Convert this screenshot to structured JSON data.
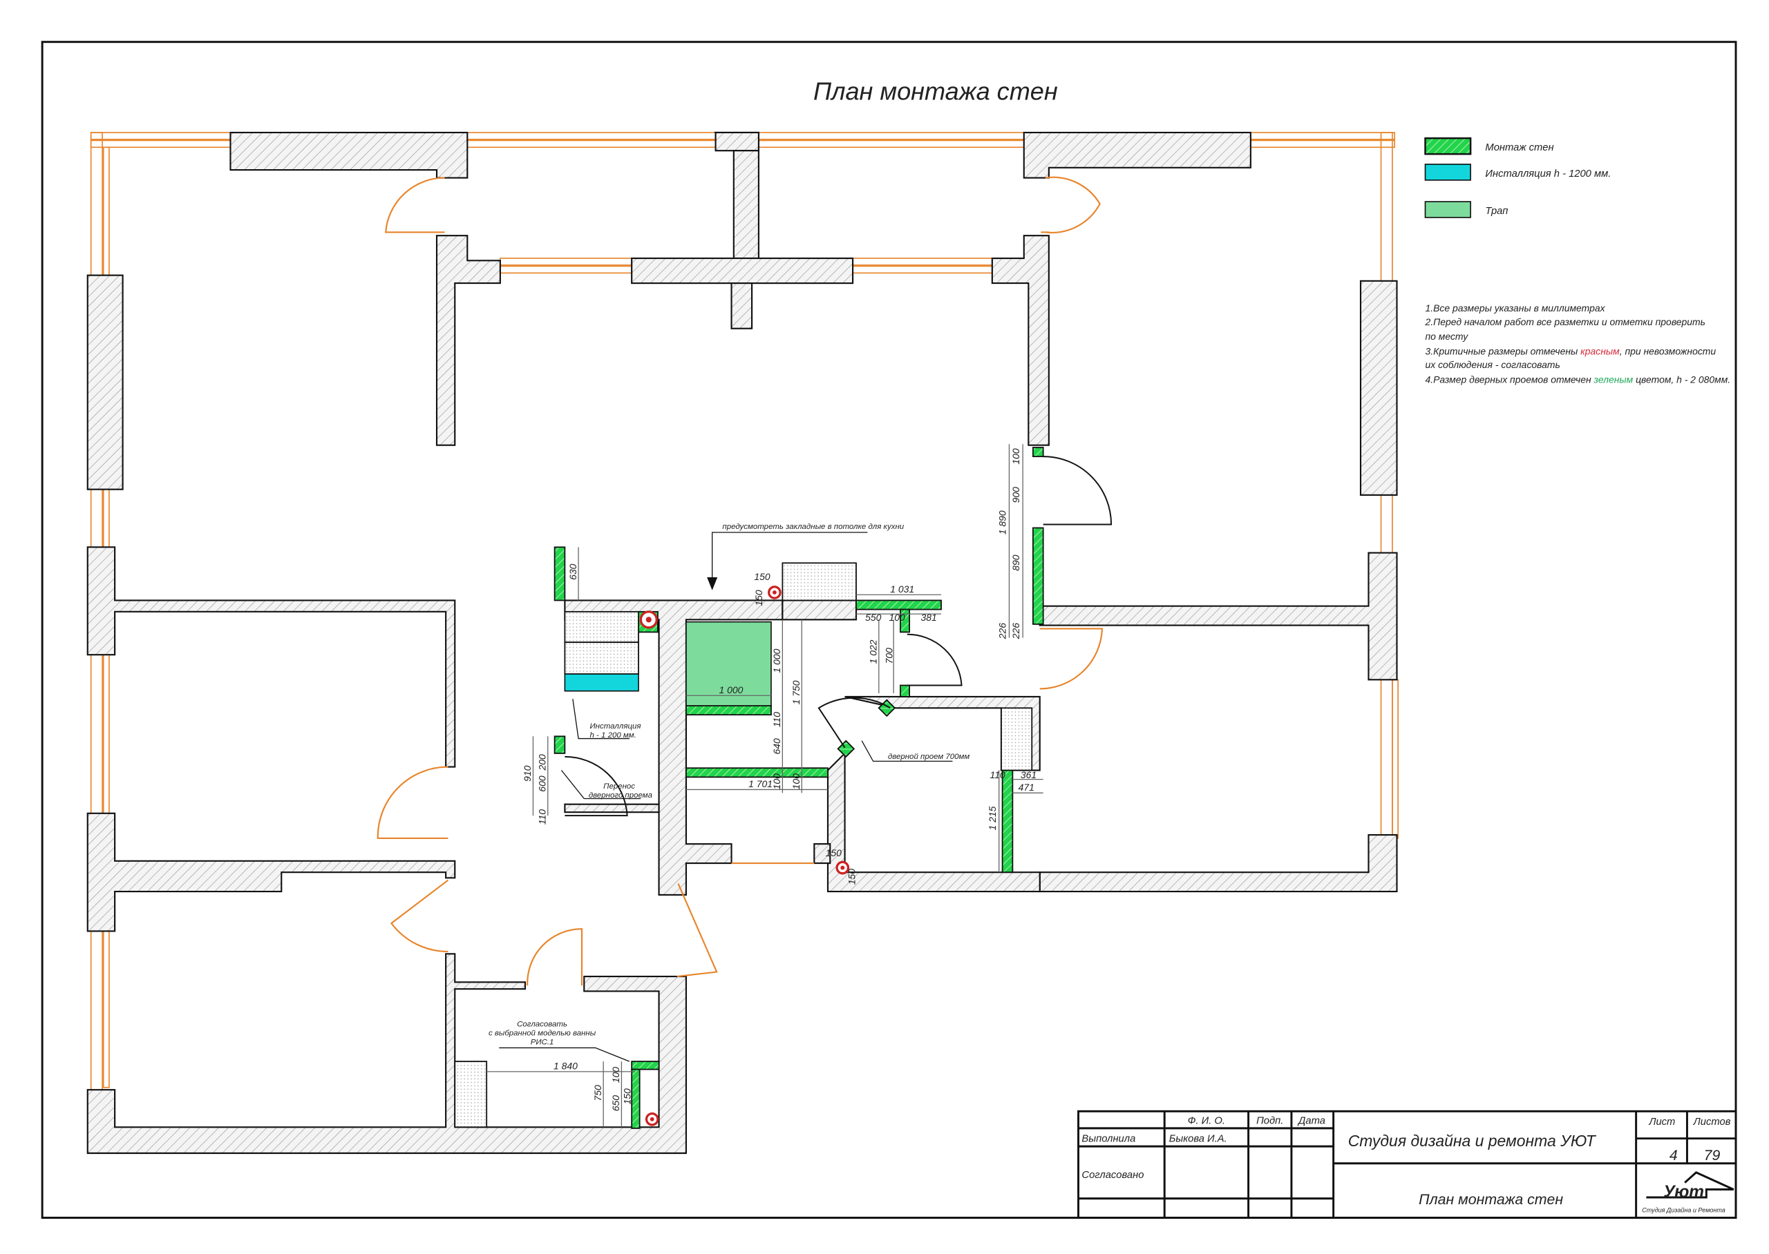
{
  "drawing": {
    "title": "План монтажа стен"
  },
  "legend": [
    {
      "label": "Монтаж стен",
      "color": "#22d44a"
    },
    {
      "label": "Инсталляция h - 1200 мм.",
      "color": "#12d6dc"
    },
    {
      "label": "Трап",
      "color": "#7ddc9c"
    }
  ],
  "notes": {
    "line1": "1.Все размеры указаны в миллиметрах",
    "line2": "2.Перед началом работ все разметки и отметки проверить",
    "line2b": "по месту",
    "line3a": "3.Критичные размеры отмечены ",
    "line3red": "красным",
    "line3b": ", при невозможности",
    "line3c": "их соблюдения - согласовать",
    "line4a": "4.Размер дверных проемов отмечен ",
    "line4green": "зеленым",
    "line4b": " цветом, h - 2 080мм.",
    "red": "#d62a3a",
    "green": "#1fa85a"
  },
  "annotations": {
    "kitchen": "предусмотреть закладные в потолке для кухни",
    "install1": "Инсталляция",
    "install2": "h - 1 200 мм.",
    "move1": "Перенос",
    "move2": "дверного проема",
    "door700": "дверной проем 700мм",
    "bath1": "Согласовать",
    "bath2": "с выбранной моделью ванны",
    "bath3": "РИС.1"
  },
  "dimensions": {
    "d630": "630",
    "d150a": "150",
    "d150b": "150",
    "d1031": "1 031",
    "d550": "550",
    "d100a": "100",
    "d381": "381",
    "d1022": "1 022",
    "d700": "700",
    "d1000h": "1 000",
    "d1000v": "1 000",
    "d1750": "1 750",
    "d110a": "110",
    "d640": "640",
    "d100b": "100",
    "d100c": "100",
    "d1701": "1 701",
    "d910": "910",
    "d200": "200",
    "d600": "600",
    "d110b": "110",
    "d1890": "1 890",
    "d100d": "100",
    "d900": "900",
    "d890": "890",
    "d226a": "226",
    "d226b": "226",
    "d110c": "110",
    "d361": "361",
    "d471": "471",
    "d1215": "1 215",
    "d150c": "150",
    "d150d": "150",
    "d1840": "1 840",
    "d750": "750",
    "d650": "650",
    "d100e": "100",
    "d150e": "150"
  },
  "title_block": {
    "h_fio": "Ф. И. О.",
    "h_sign": "Подп.",
    "h_date": "Дата",
    "done_label": "Выполнила",
    "done_name": "Быкова И.А.",
    "agreed_label": "Согласовано",
    "company": "Студия дизайна и ремонта УЮТ",
    "sheet_title": "План монтажа стен",
    "sheet_label": "Лист",
    "sheets_label": "Листов",
    "sheet": "4",
    "sheets": "79",
    "logo_text": "Уют",
    "logo_sub": "Студия Дизайна и Ремонта"
  }
}
